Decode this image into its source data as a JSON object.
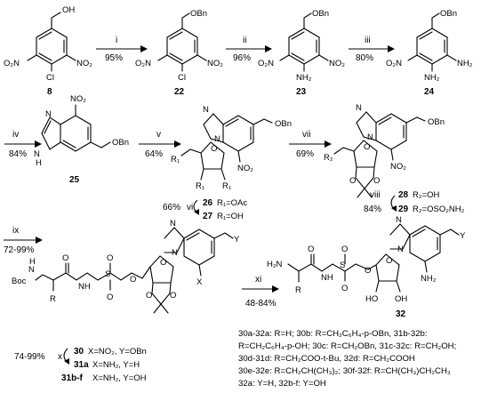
{
  "steps": [
    {
      "reagent": "i",
      "yield": "95%"
    },
    {
      "reagent": "ii",
      "yield": "96%"
    },
    {
      "reagent": "iii",
      "yield": "80%"
    },
    {
      "reagent": "iv",
      "yield": "84%"
    },
    {
      "reagent": "v",
      "yield": "64%"
    },
    {
      "reagent": "vii",
      "yield": "69%"
    },
    {
      "reagent": "vi",
      "yield": "66%"
    },
    {
      "reagent": "viii",
      "yield": "84%"
    },
    {
      "reagent": "ix",
      "yield": "72-99%"
    },
    {
      "reagent": "xi",
      "yield": "48-84%"
    },
    {
      "reagent": "x",
      "yield": "74-99%"
    }
  ],
  "compounds": {
    "c8": "8",
    "c22": "22",
    "c23": "23",
    "c24": "24",
    "c25": "25",
    "c26": "26",
    "c27": "27",
    "c28": "28",
    "c29": "29",
    "c30": "30",
    "c31a": "31a",
    "c31bf": "31b-f",
    "c32": "32"
  },
  "substituents": {
    "r26": "R₁=OAc",
    "r27": "R₁=OH",
    "r28": "R₂=OH",
    "r29": "R₂=OSO₂NH₂",
    "c30_def": "X=NO₂, Y=OBn",
    "c31a_def": "X=NH₂, Y=H",
    "c31bf_def": "X=NH₂, Y=OH"
  },
  "atoms": {
    "OH": "OH",
    "OBn": "OBn",
    "O2N": "O₂N",
    "NO2": "NO₂",
    "Cl": "Cl",
    "NH2": "NH₂",
    "N": "N",
    "H": "H",
    "O": "O",
    "NH": "NH",
    "S": "S",
    "R": "R",
    "R1": "R₁",
    "R2": "R₂",
    "X": "X",
    "Y": "Y",
    "Boc": "Boc",
    "H2N": "H₂N",
    "HO": "HO",
    "NH2tail": "NH₂"
  },
  "legend": [
    "30a-32a: R=H; 30b: R=CH₂C₆H₄-p-OBn, 31b-32b:",
    "R=CH₂C₆H₄-p-OH; 30c: R=CH₂OBn, 31c-32c: R=CH₂OH;",
    "30d-31d: R=CH₂COO-t-Bu, 32d: R=CH₂COOH",
    "30e-32e: R=CH₂CH(CH₃)₂; 30f-32f: R=CH(CH₃)CH₂CH₃",
    "32a: Y=H, 32b-f: Y=OH"
  ]
}
